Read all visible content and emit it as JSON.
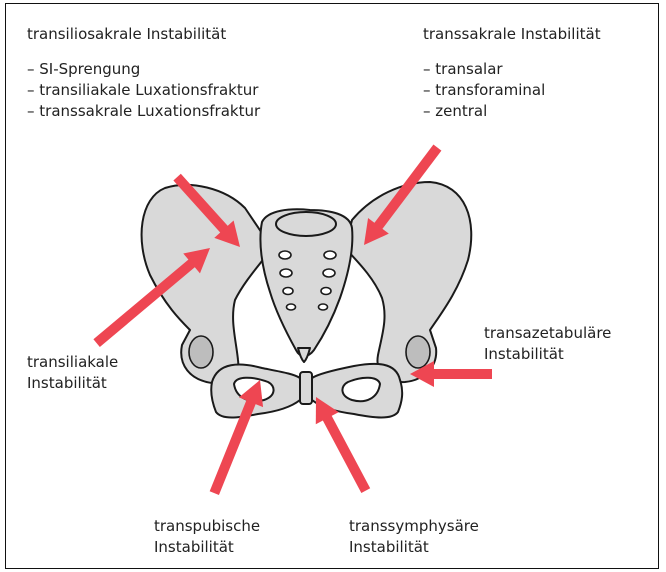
{
  "figure": {
    "top_left": {
      "title": "transiliosakrale Instabilität",
      "items": [
        "– SI-Sprengung",
        "– transiliakale Luxationsfraktur",
        "– transsakrale Luxationsfraktur"
      ]
    },
    "top_right": {
      "title": "transsakrale Instabilität",
      "items": [
        "– transalar",
        "– transforaminal",
        "– zentral"
      ]
    },
    "left": {
      "lines": [
        "transiliakale",
        "Instabilität"
      ]
    },
    "right": {
      "lines": [
        "transazetabuläre",
        "Instabilität"
      ]
    },
    "bottom_left": {
      "lines": [
        "transpubische",
        "Instabilität"
      ]
    },
    "bottom_right": {
      "lines": [
        "transsymphysäre",
        "Instabilität"
      ]
    },
    "colors": {
      "arrow": "#ee4652",
      "bone_fill": "#d9d9d9",
      "bone_stroke": "#1a1a1a"
    }
  }
}
